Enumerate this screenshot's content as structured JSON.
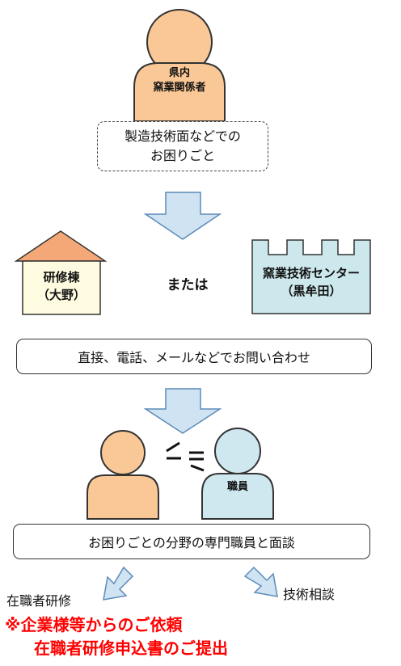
{
  "top_person": {
    "line1": "県内",
    "line2": "窯業関係者"
  },
  "trouble_box": {
    "line1": "製造技術面などでの",
    "line2": "お困りごと"
  },
  "branch": {
    "line1": "研修棟",
    "line2": "（大野）"
  },
  "or_text": "または",
  "center": {
    "line1": "窯業技術センター",
    "line2": "（黒牟田）"
  },
  "contact_box": "直接、電話、メールなどでお問い合わせ",
  "staff_label": "職員",
  "consult_box": "お困りごとの分野の専門職員と面談",
  "left_outcome": "在職者研修",
  "right_outcome": "技術相談",
  "notes": {
    "line1": "※企業様等からのご依頼",
    "line2": "在職者研修申込書のご提出"
  },
  "colors": {
    "person_fill": "#f9c896",
    "staff_fill": "#cfe8ef",
    "arrow_fill": "#cfe3f2",
    "arrow_stroke": "#5b8bb8",
    "branch_fill": "#fffbe0",
    "branch_roof": "#f4a878",
    "center_fill": "#cde8ec",
    "note_color": "#ff0000"
  }
}
